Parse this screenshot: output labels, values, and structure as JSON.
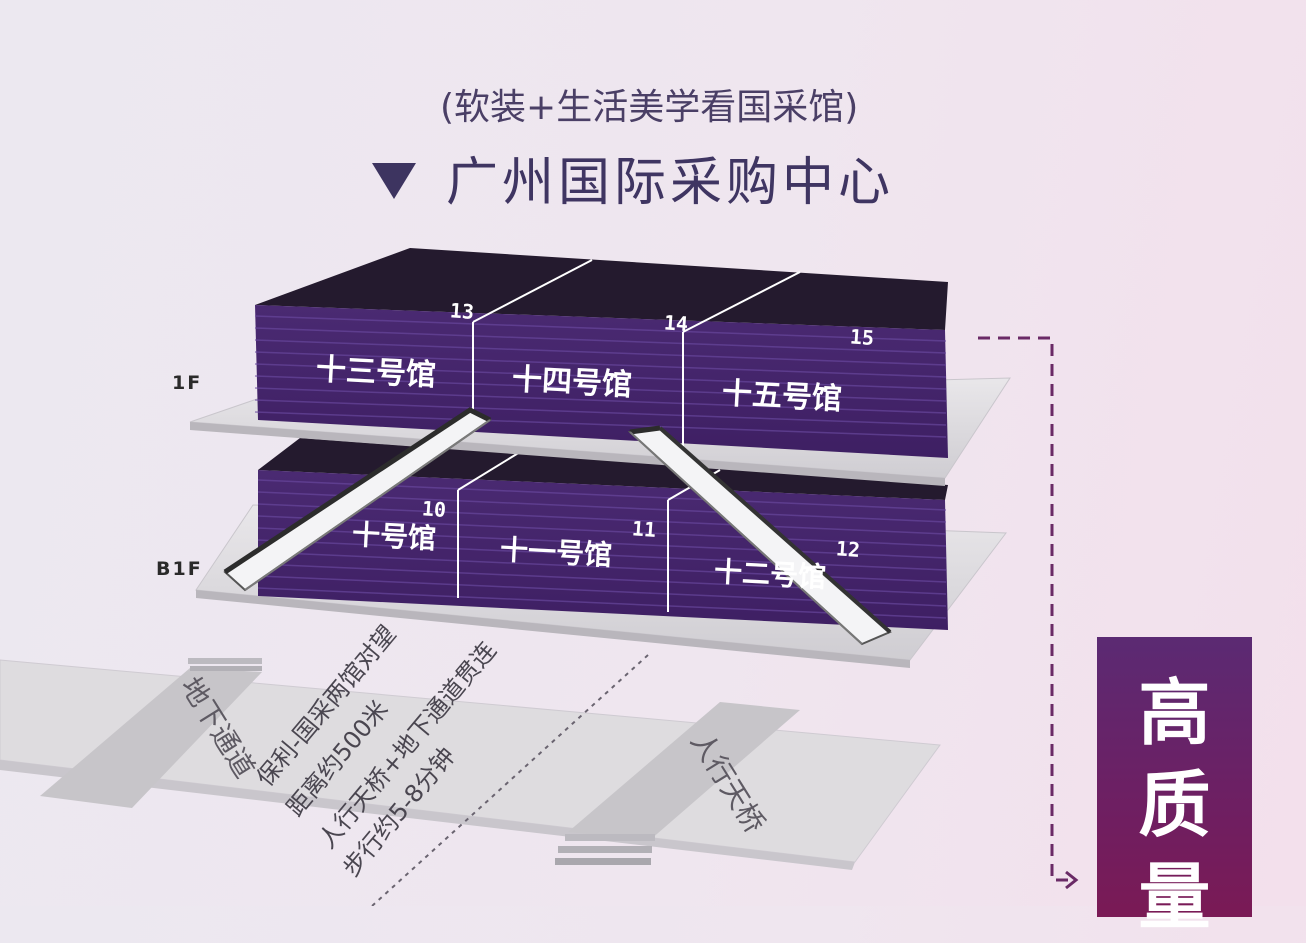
{
  "header": {
    "subtitle": "(软装+生活美学看国采馆)",
    "title": "广州国际采购中心"
  },
  "floors": {
    "upper": "1F",
    "lower": "B1F"
  },
  "halls_upper": [
    {
      "number": "13",
      "name": "十三号馆"
    },
    {
      "number": "14",
      "name": "十四号馆"
    },
    {
      "number": "15",
      "name": "十五号馆"
    }
  ],
  "halls_lower": [
    {
      "number": "10",
      "name": "十号馆"
    },
    {
      "number": "11",
      "name": "十一号馆"
    },
    {
      "number": "12",
      "name": "十二号馆"
    }
  ],
  "routes": {
    "underpass": "地下通道",
    "footbridge": "人行天桥"
  },
  "notes": [
    "保利-国采两馆对望",
    "距离约500米",
    "人行天桥+地下通道贯连",
    "步行约5-8分钟"
  ],
  "badge": {
    "chars": [
      "高",
      "质",
      "量"
    ]
  },
  "colors": {
    "hall_purple": "#4b2a74",
    "hall_top": "#241a2e",
    "badge_purple": "#6e1f62",
    "dashed_line": "#6a2a66"
  }
}
